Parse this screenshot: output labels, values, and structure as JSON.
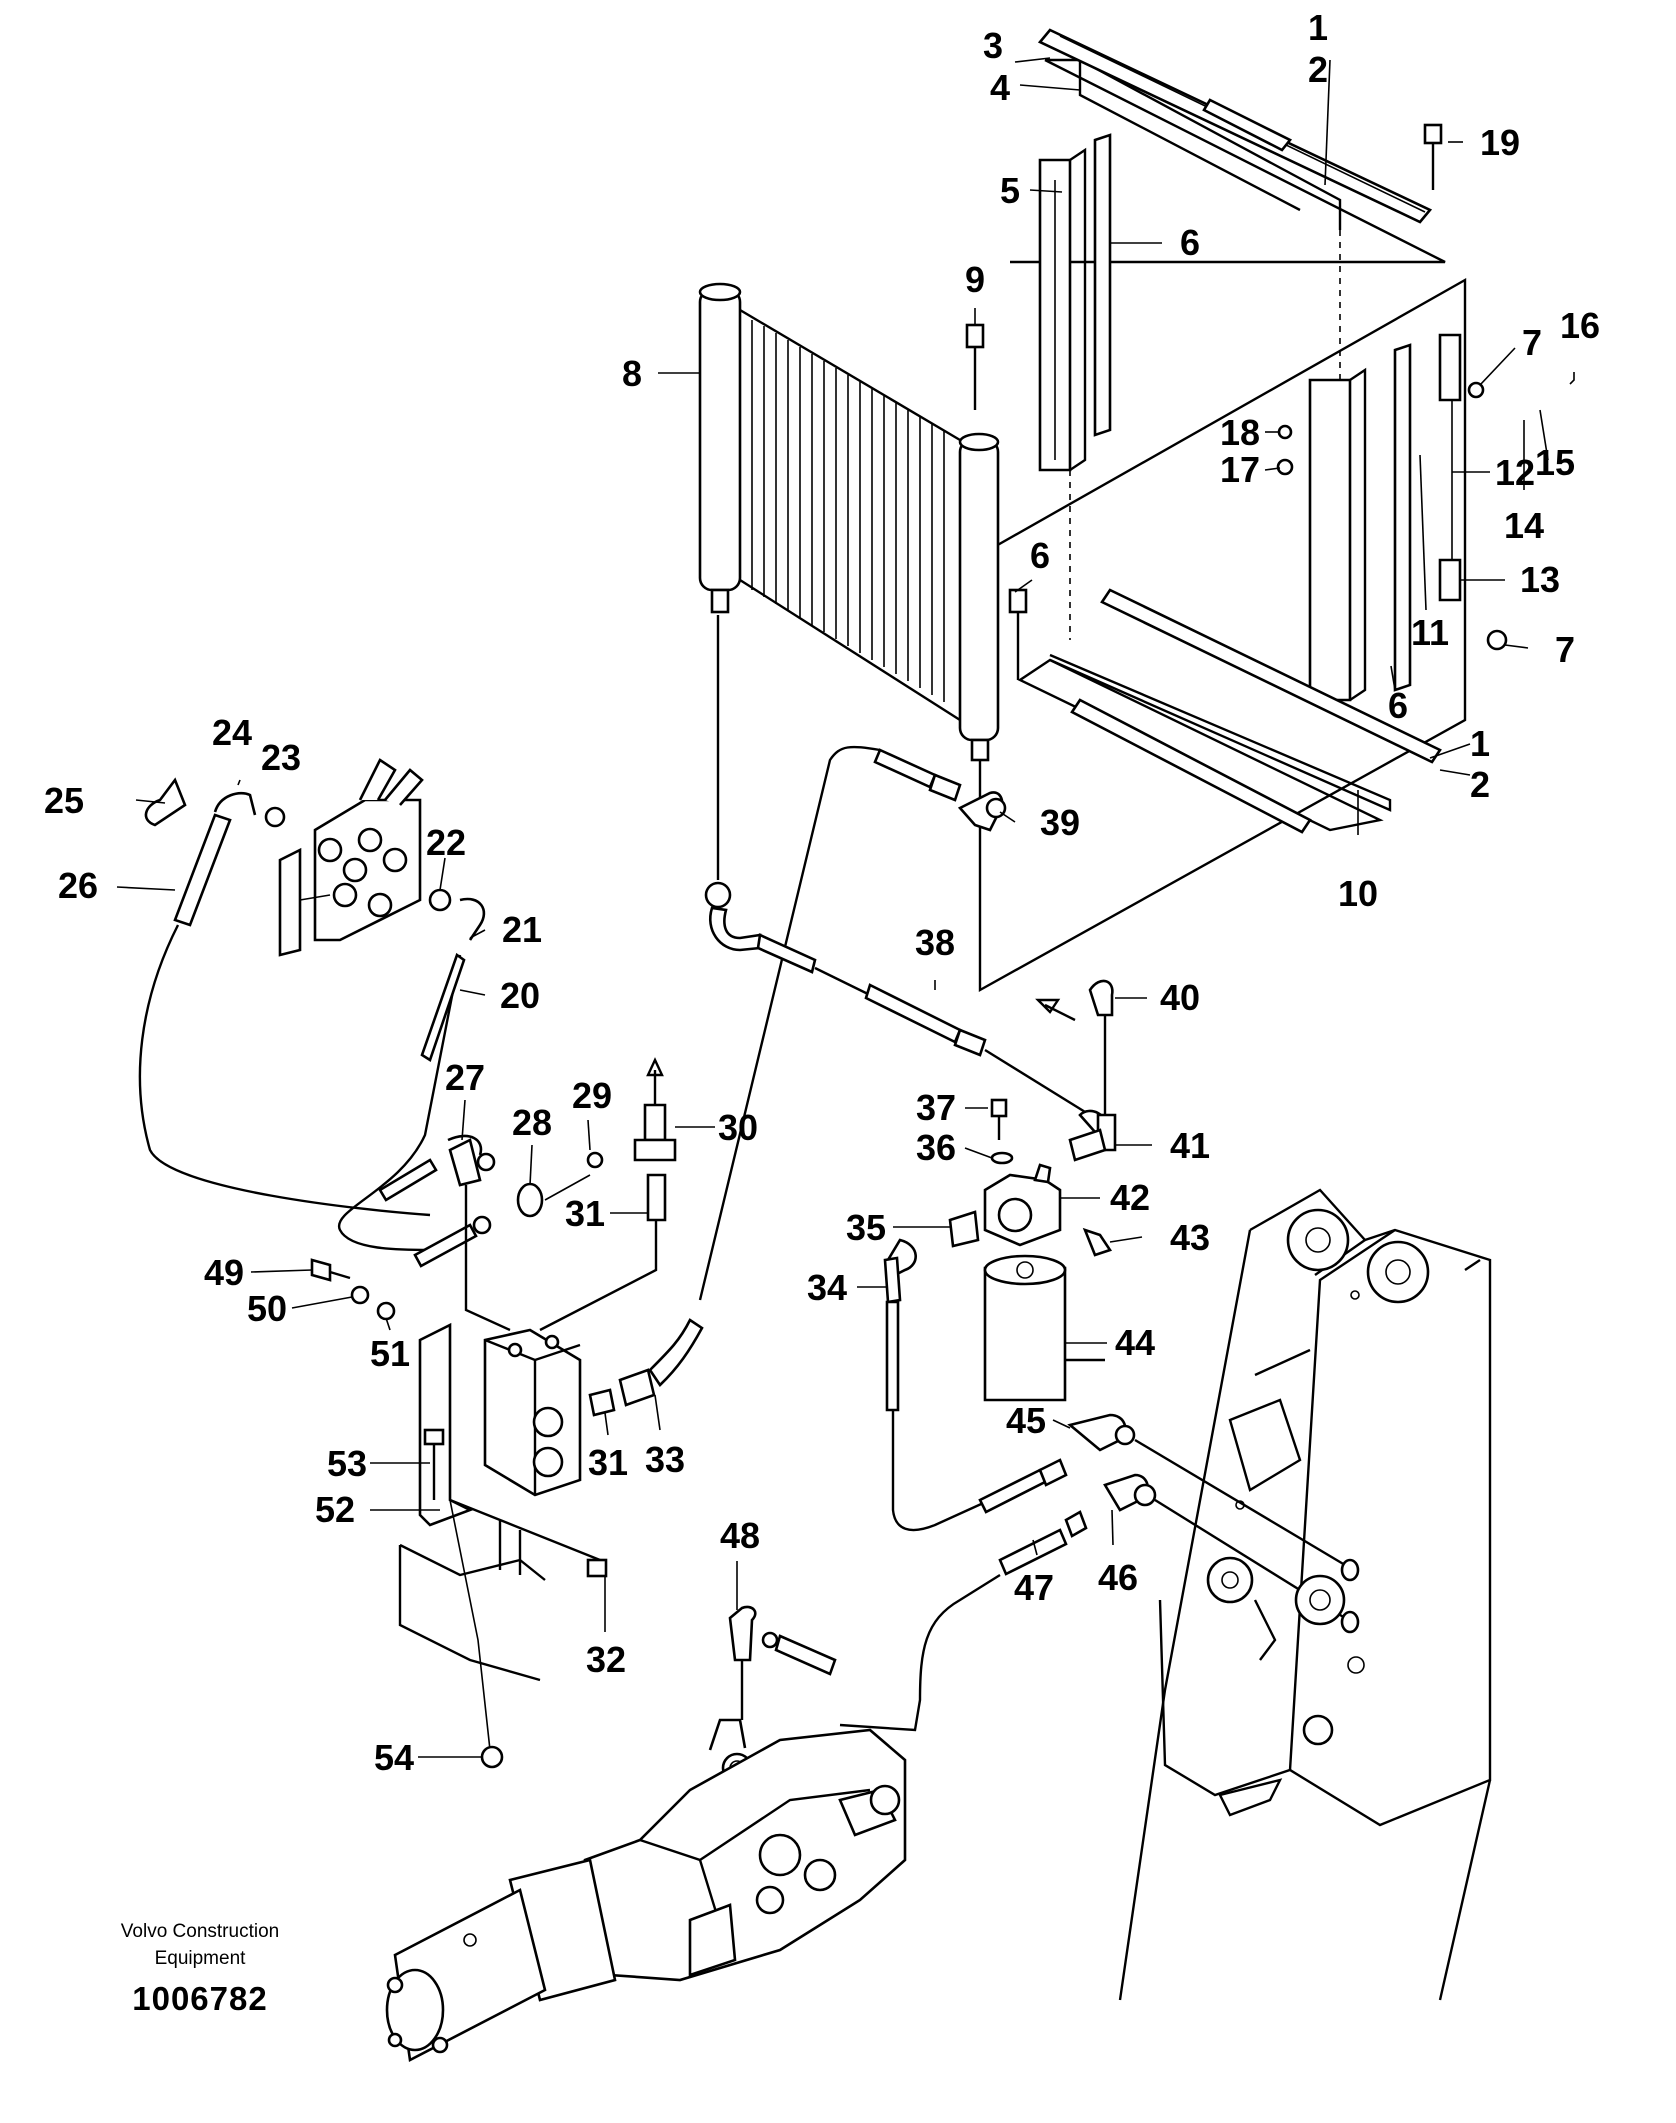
{
  "title_block": {
    "brand_line1": "Volvo Construction",
    "brand_line2": "Equipment",
    "document_number": "1006782"
  },
  "callouts": [
    {
      "id": "c1a",
      "text": "1"
    },
    {
      "id": "c2a",
      "text": "2"
    },
    {
      "id": "c3",
      "text": "3"
    },
    {
      "id": "c4",
      "text": "4"
    },
    {
      "id": "c5",
      "text": "5"
    },
    {
      "id": "c6a",
      "text": "6"
    },
    {
      "id": "c19",
      "text": "19"
    },
    {
      "id": "c9",
      "text": "9"
    },
    {
      "id": "c8",
      "text": "8"
    },
    {
      "id": "c16",
      "text": "16"
    },
    {
      "id": "c7a",
      "text": "7"
    },
    {
      "id": "c18",
      "text": "18"
    },
    {
      "id": "c15",
      "text": "15"
    },
    {
      "id": "c17",
      "text": "17"
    },
    {
      "id": "c12",
      "text": "12"
    },
    {
      "id": "c14",
      "text": "14"
    },
    {
      "id": "c6b",
      "text": "6"
    },
    {
      "id": "c13",
      "text": "13"
    },
    {
      "id": "c11",
      "text": "11"
    },
    {
      "id": "c7b",
      "text": "7"
    },
    {
      "id": "c6c",
      "text": "6"
    },
    {
      "id": "c1b",
      "text": "1"
    },
    {
      "id": "c2b",
      "text": "2"
    },
    {
      "id": "c24",
      "text": "24"
    },
    {
      "id": "c23",
      "text": "23"
    },
    {
      "id": "c25",
      "text": "25"
    },
    {
      "id": "c39",
      "text": "39"
    },
    {
      "id": "c22",
      "text": "22"
    },
    {
      "id": "c26",
      "text": "26"
    },
    {
      "id": "c10",
      "text": "10"
    },
    {
      "id": "c21",
      "text": "21"
    },
    {
      "id": "c38",
      "text": "38"
    },
    {
      "id": "c20",
      "text": "20"
    },
    {
      "id": "c40",
      "text": "40"
    },
    {
      "id": "c27",
      "text": "27"
    },
    {
      "id": "c29",
      "text": "29"
    },
    {
      "id": "c28",
      "text": "28"
    },
    {
      "id": "c30",
      "text": "30"
    },
    {
      "id": "c37",
      "text": "37"
    },
    {
      "id": "c36",
      "text": "36"
    },
    {
      "id": "c41",
      "text": "41"
    },
    {
      "id": "c31a",
      "text": "31"
    },
    {
      "id": "c42",
      "text": "42"
    },
    {
      "id": "c35",
      "text": "35"
    },
    {
      "id": "c43",
      "text": "43"
    },
    {
      "id": "c49",
      "text": "49"
    },
    {
      "id": "c34",
      "text": "34"
    },
    {
      "id": "c50",
      "text": "50"
    },
    {
      "id": "c44",
      "text": "44"
    },
    {
      "id": "c51",
      "text": "51"
    },
    {
      "id": "c45",
      "text": "45"
    },
    {
      "id": "c53",
      "text": "53"
    },
    {
      "id": "c31b",
      "text": "31"
    },
    {
      "id": "c33",
      "text": "33"
    },
    {
      "id": "c52",
      "text": "52"
    },
    {
      "id": "c48",
      "text": "48"
    },
    {
      "id": "c46",
      "text": "46"
    },
    {
      "id": "c47",
      "text": "47"
    },
    {
      "id": "c32",
      "text": "32"
    },
    {
      "id": "c54",
      "text": "54"
    }
  ]
}
